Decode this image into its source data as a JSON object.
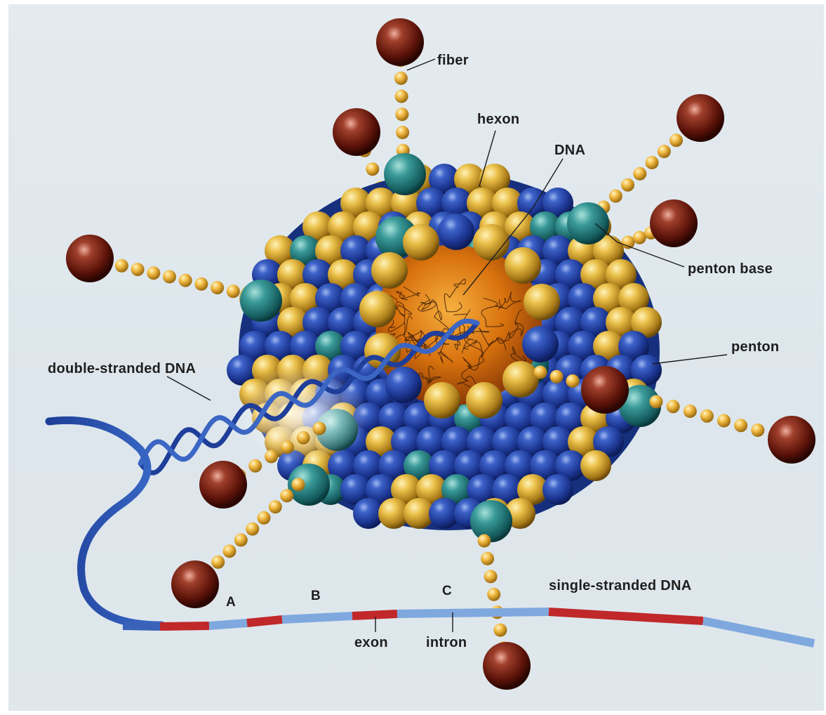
{
  "labels": {
    "fiber": "fiber",
    "hexon": "hexon",
    "dna": "DNA",
    "penton_base": "penton base",
    "penton": "penton",
    "double_stranded_dna": "double-stranded DNA",
    "single_stranded_dna": "single-stranded DNA",
    "exon": "exon",
    "intron": "intron",
    "marker_a": "A",
    "marker_b": "B",
    "marker_c": "C"
  },
  "colors": {
    "background": "#dfe7ec",
    "hexon_blue": "#1f3f9e",
    "penton_teal": "#2a8a8a",
    "capsomer_gold": "#e0b640",
    "core_orange": "#e07a10",
    "fiber_bead": "#f0c050",
    "knob_brown": "#6a1a10",
    "exon_red": "#c0282a",
    "intron_blue": "#5f8fd0",
    "ribbon_blue": "#2450a8"
  }
}
